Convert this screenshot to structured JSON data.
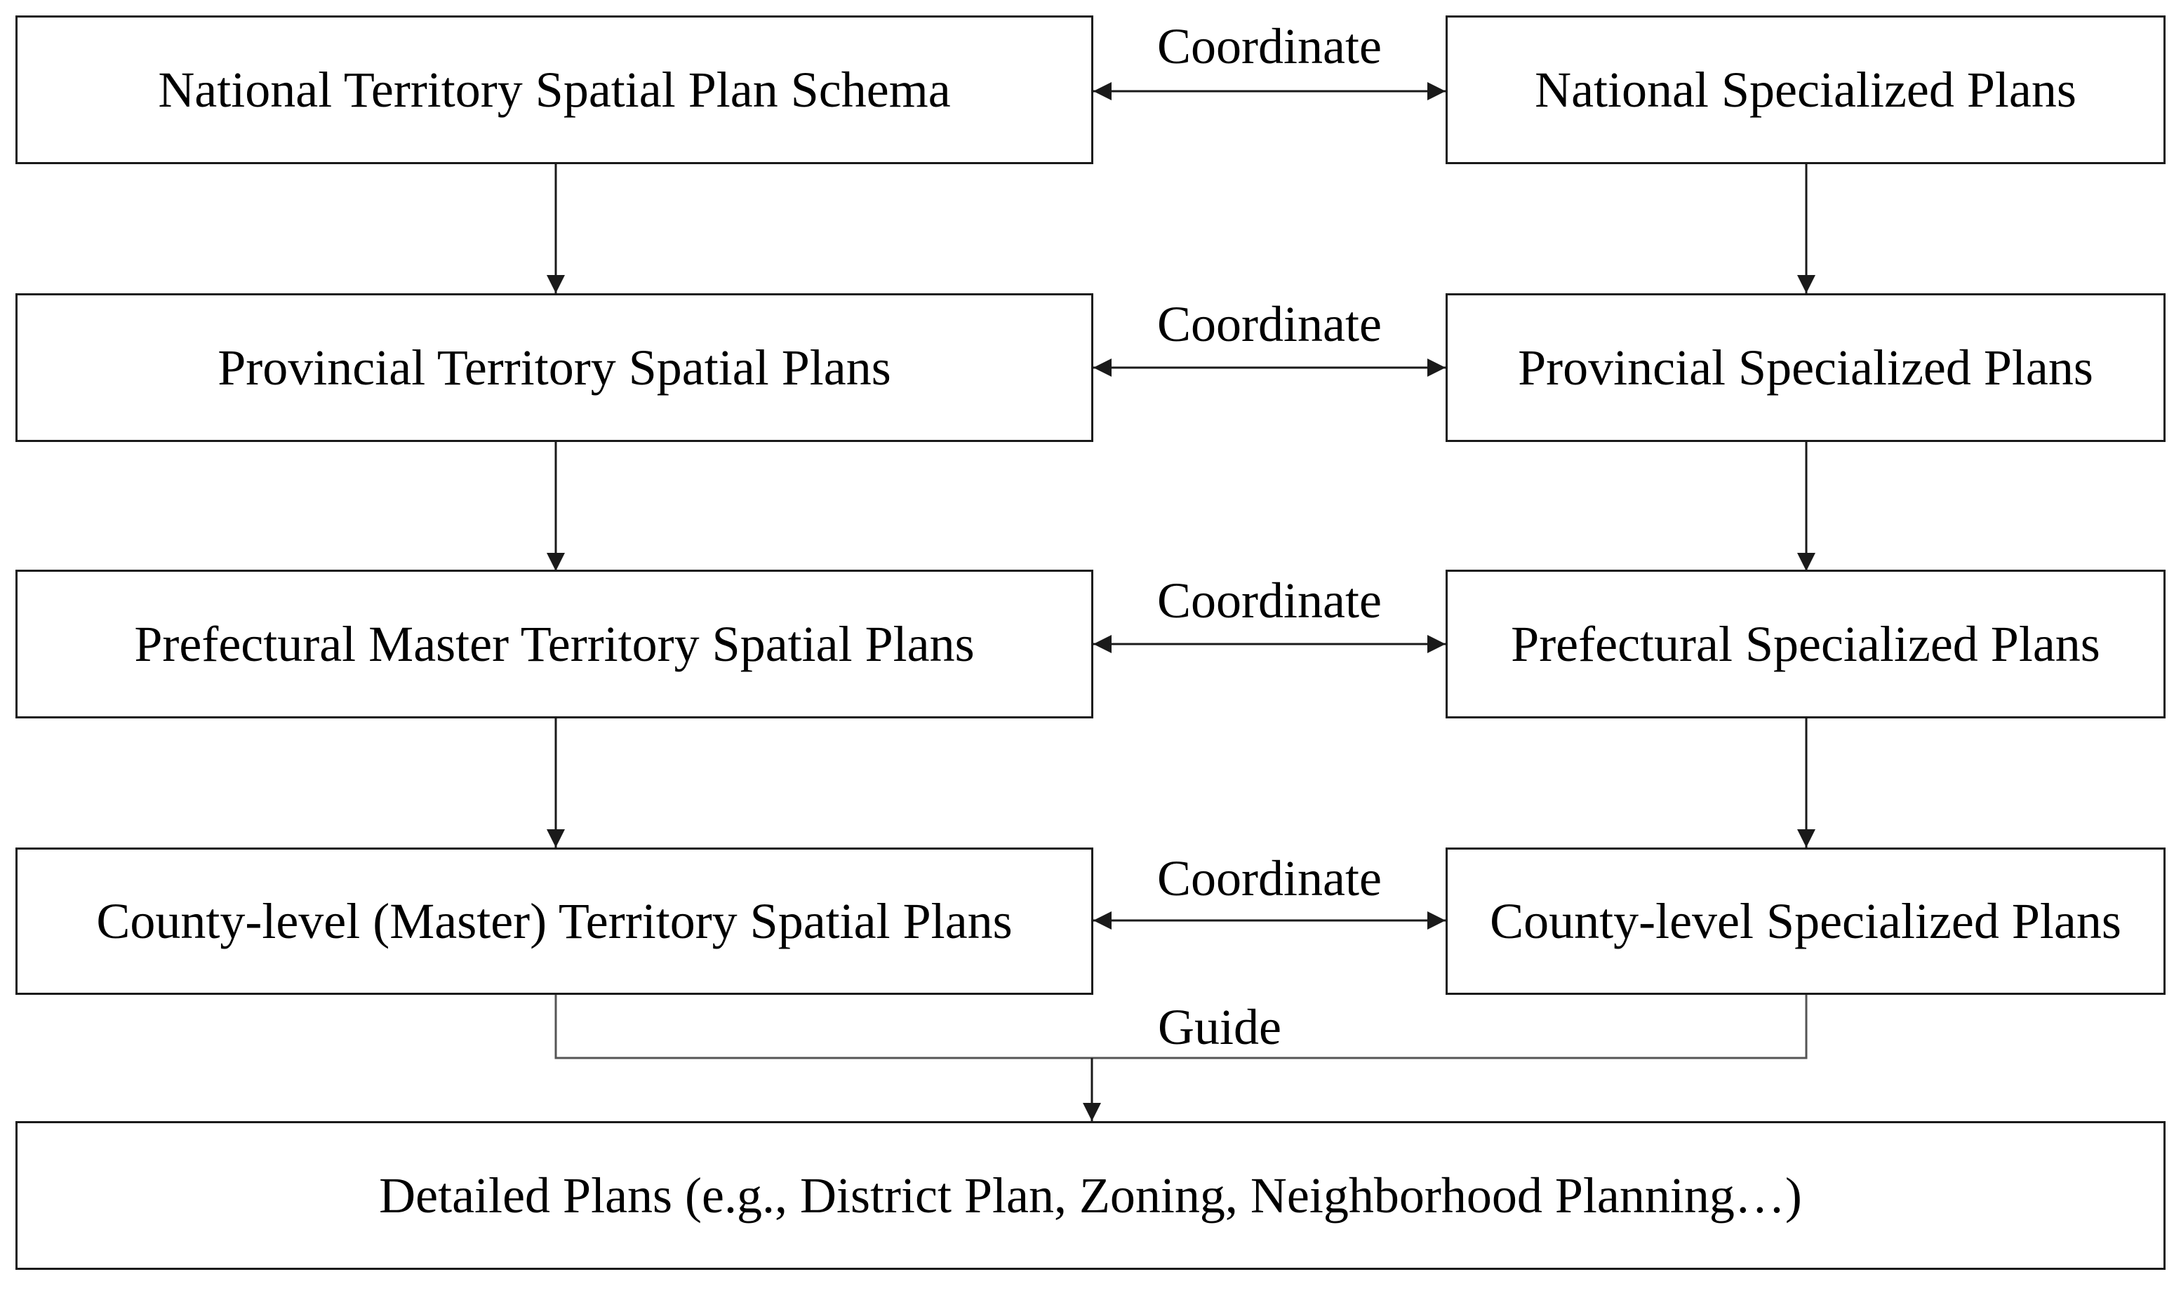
{
  "left_boxes": [
    {
      "id": "national-territory",
      "text": "National Territory Spatial Plan Schema"
    },
    {
      "id": "provincial-territory",
      "text": "Provincial Territory Spatial Plans"
    },
    {
      "id": "prefectural-territory",
      "text": "Prefectural Master Territory Spatial Plans"
    },
    {
      "id": "county-territory",
      "text": "County-level (Master) Territory Spatial Plans"
    }
  ],
  "right_boxes": [
    {
      "id": "national-specialized",
      "text": "National Specialized Plans"
    },
    {
      "id": "provincial-specialized",
      "text": "Provincial Specialized Plans"
    },
    {
      "id": "prefectural-specialized",
      "text": "Prefectural Specialized Plans"
    },
    {
      "id": "county-specialized",
      "text": "County-level Specialized Plans"
    }
  ],
  "coordinate_labels": [
    "Coordinate",
    "Coordinate",
    "Coordinate",
    "Coordinate"
  ],
  "guide_label": "Guide",
  "bottom_box": {
    "text": "Detailed Plans (e.g., District Plan, Zoning, Neighborhood Planning…)"
  }
}
